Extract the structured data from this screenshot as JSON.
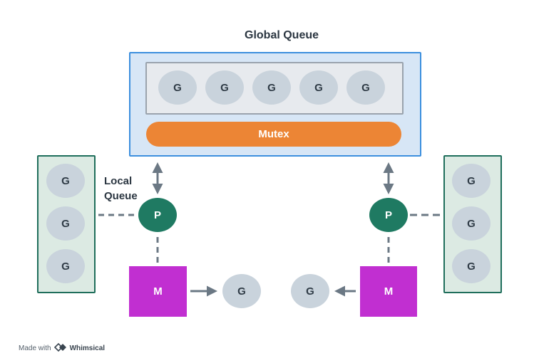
{
  "diagram": {
    "title": "Global Queue",
    "global_queue": {
      "goroutines": [
        "G",
        "G",
        "G",
        "G",
        "G"
      ],
      "mutex_label": "Mutex"
    },
    "local_queue_label": [
      "Local",
      "Queue"
    ],
    "left": {
      "local_queue": [
        "G",
        "G",
        "G"
      ],
      "processor": "P",
      "machine": "M",
      "running": "G"
    },
    "right": {
      "local_queue": [
        "G",
        "G",
        "G"
      ],
      "processor": "P",
      "machine": "M",
      "running": "G"
    },
    "colors": {
      "global_fill": "#d7e6f6",
      "global_border": "#3c8fde",
      "mutex": "#ec8535",
      "processor": "#1f7a62",
      "machine": "#c12fd1",
      "goroutine": "#c9d3dc",
      "local_fill": "#dceae3",
      "connector": "#6b7884"
    }
  },
  "footer": {
    "made_with": "Made with",
    "brand": "Whimsical"
  }
}
